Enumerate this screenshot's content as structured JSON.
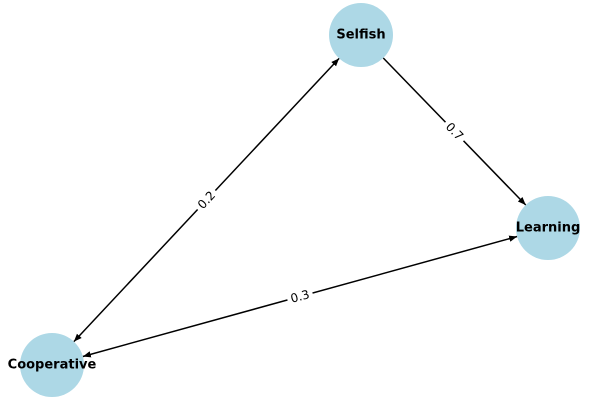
{
  "graph": {
    "nodes": [
      {
        "id": "Selfish",
        "label": "Selfish"
      },
      {
        "id": "Learning",
        "label": "Learning"
      },
      {
        "id": "Cooperative",
        "label": "Cooperative"
      }
    ],
    "edges": [
      {
        "source": "Selfish",
        "target": "Learning",
        "weight": "0.7",
        "bidirectional": false
      },
      {
        "source": "Selfish",
        "target": "Cooperative",
        "weight": "0.2",
        "bidirectional": true
      },
      {
        "source": "Cooperative",
        "target": "Learning",
        "weight": "0.3",
        "bidirectional": true
      }
    ],
    "node_color": "#add8e6",
    "edge_color": "#000000"
  }
}
